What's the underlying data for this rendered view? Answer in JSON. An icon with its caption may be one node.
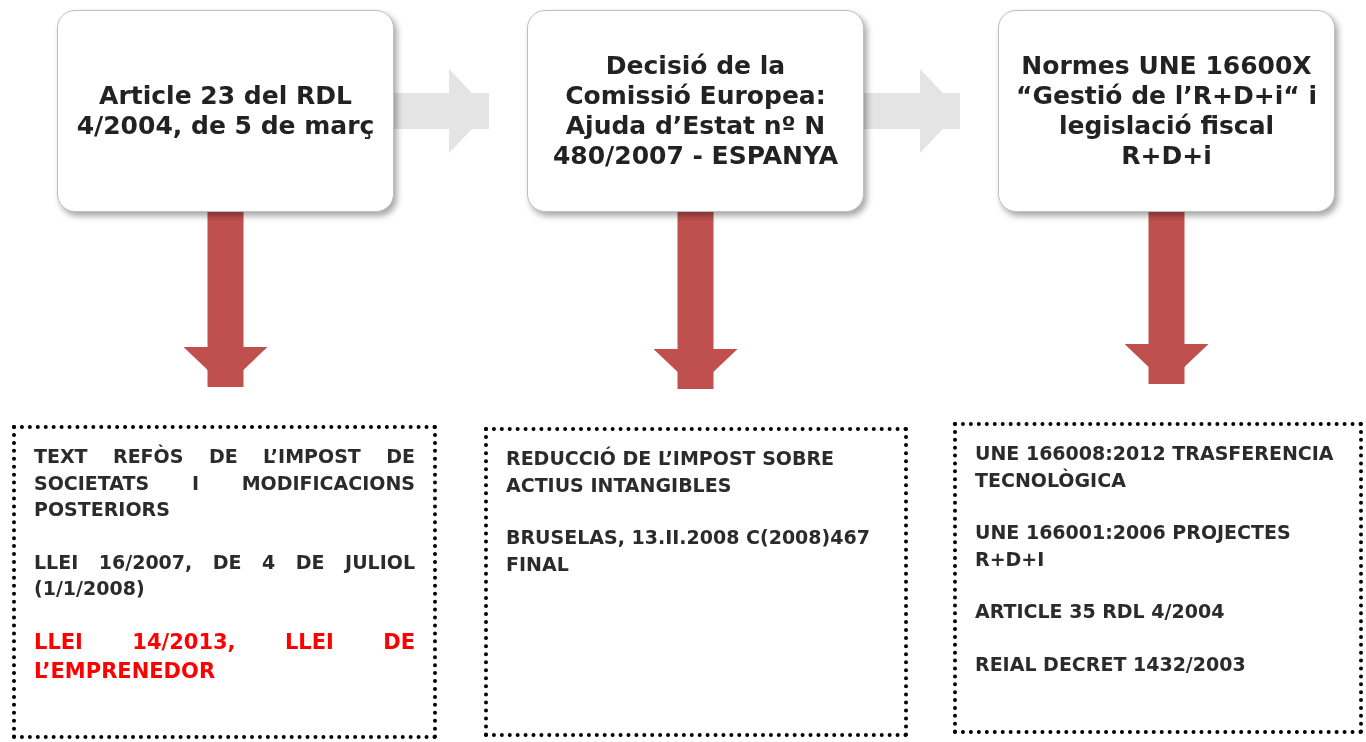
{
  "diagram": {
    "nodes": [
      {
        "text": [
          "Article  23 del RDL 4/2004, de 5 de març"
        ]
      },
      {
        "text": [
          "Decisió de la Comissió Europea: Ajuda d’Estat nº N 480/2007 - ESPANYA"
        ]
      },
      {
        "text": [
          "Normes UNE 16600X “Gestió de l’R+D+i“ i legislació fiscal R+D+i"
        ]
      },
      {
        "text": [
          "TEXT REFÒS DE L’IMPOST DE SOCIETATS I MODIFICACIONS POSTERIORS",
          "LLEI 16/2007, DE 4 DE JULIOL (1/1/2008)",
          "LLEI 14/2013, LLEI DE L’EMPRENEDOR"
        ]
      },
      {
        "text": [
          "REDUCCIÓ DE L’IMPOST SOBRE ACTIUS INTANGIBLES",
          "BRUSELAS, 13.II.2008 C(2008)467 FINAL"
        ]
      },
      {
        "text": [
          "UNE 166008:2012 TRASFERENCIA TECNOLÒGICA",
          "UNE 166001:2006 PROJECTES R+D+I",
          "ARTICLE  35 RDL 4/2004",
          "REIAL DECRET 1432/2003"
        ]
      }
    ],
    "edges": [
      {
        "from": 0,
        "to": 1,
        "arrow": "to",
        "color": "#e4e4e4"
      },
      {
        "from": 1,
        "to": 2,
        "arrow": "to",
        "color": "#e4e4e4"
      },
      {
        "from": 0,
        "to": 3,
        "arrow": "to",
        "color": "#c0504d"
      },
      {
        "from": 1,
        "to": 4,
        "arrow": "to",
        "color": "#c0504d"
      },
      {
        "from": 2,
        "to": 5,
        "arrow": "to",
        "color": "#c0504d"
      }
    ]
  }
}
